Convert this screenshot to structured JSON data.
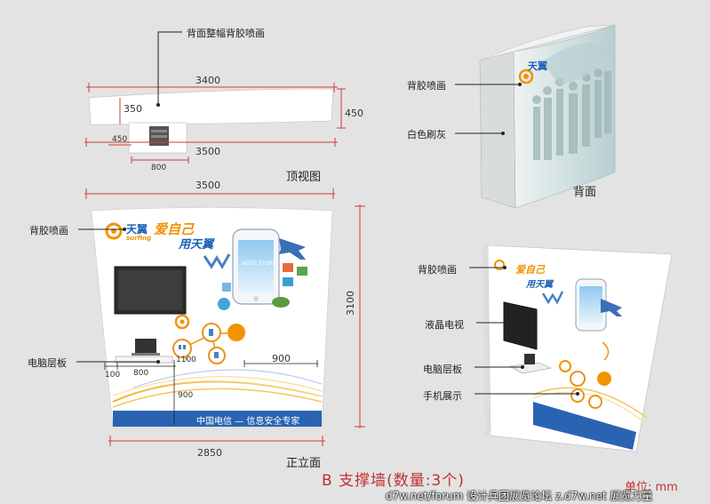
{
  "labels": {
    "back_full_print": "背面整幅背胶喷画",
    "adhesive_print": "背胶喷画",
    "white_paint": "白色刷灰",
    "pc_shelf": "电脑层板",
    "lcd_tv": "液晶电视",
    "phone_display": "手机展示"
  },
  "dimensions": {
    "top_width": "3400",
    "top_depth_left": "350",
    "top_depth_right": "450",
    "top_left_small": "450",
    "top_bottom": "3500",
    "top_shelf": "800",
    "front_top": "3500",
    "front_height": "3100",
    "front_bottom": "2850",
    "shelf_width": "800",
    "shelf_gap": "100",
    "shelf_height": "1100",
    "phone_width": "900",
    "phone_height": "900"
  },
  "views": {
    "top": "顶视图",
    "back": "背面",
    "front": "正立面"
  },
  "brand": {
    "name": "天翼",
    "latin": "surfing",
    "slogan_line1": "爱自己",
    "slogan_line2": "用天翼",
    "phone_screen": "NOTE STORE",
    "footer_banner": "中国电信 — 信息安全专家"
  },
  "title": "B 支撑墙(数量:3个)",
  "unit": "单位: mm",
  "watermark": "d7w.net/forum 设计兵团展览论坛  z.d7w.net 展览力量",
  "colors": {
    "dimension_red": "#d23a3a",
    "title_red": "#c03030",
    "brand_blue": "#1a5fb4",
    "brand_orange": "#f39200",
    "banner_blue": "#2b63b3"
  }
}
